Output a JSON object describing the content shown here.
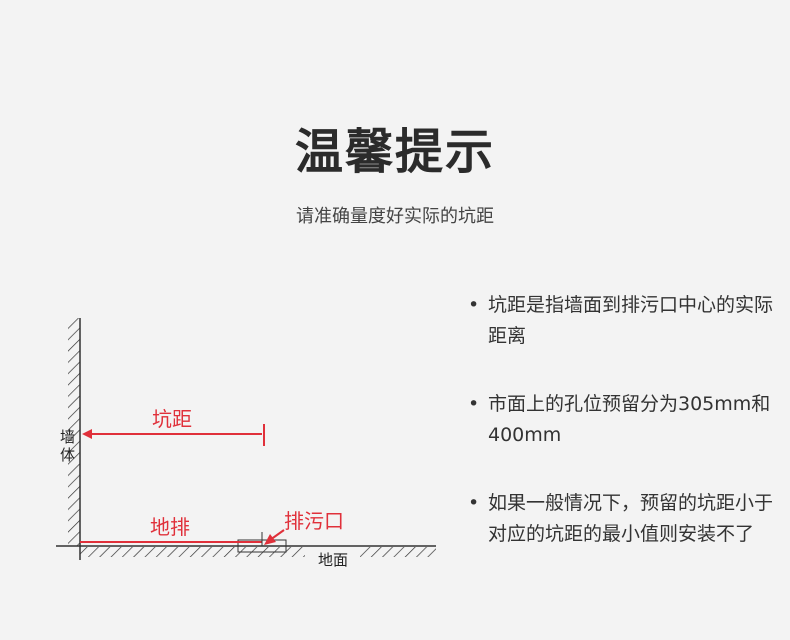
{
  "header": {
    "title": "温馨提示",
    "subtitle": "请准确量度好实际的坑距"
  },
  "diagram": {
    "wall_label": "墙体",
    "floor_label": "地面",
    "pit_distance_label": "坑距",
    "floor_drain_label": "地排",
    "drain_outlet_label": "排污口",
    "accent_color": "#e0303a"
  },
  "notes": [
    {
      "bullet": "•",
      "text": "坑距是指墙面到排污口中心的实际距离"
    },
    {
      "bullet": "•",
      "text": "市面上的孔位预留分为305mm和400mm"
    },
    {
      "bullet": "•",
      "text": "如果一般情况下，预留的坑距小于对应的坑距的最小值则安装不了"
    }
  ]
}
